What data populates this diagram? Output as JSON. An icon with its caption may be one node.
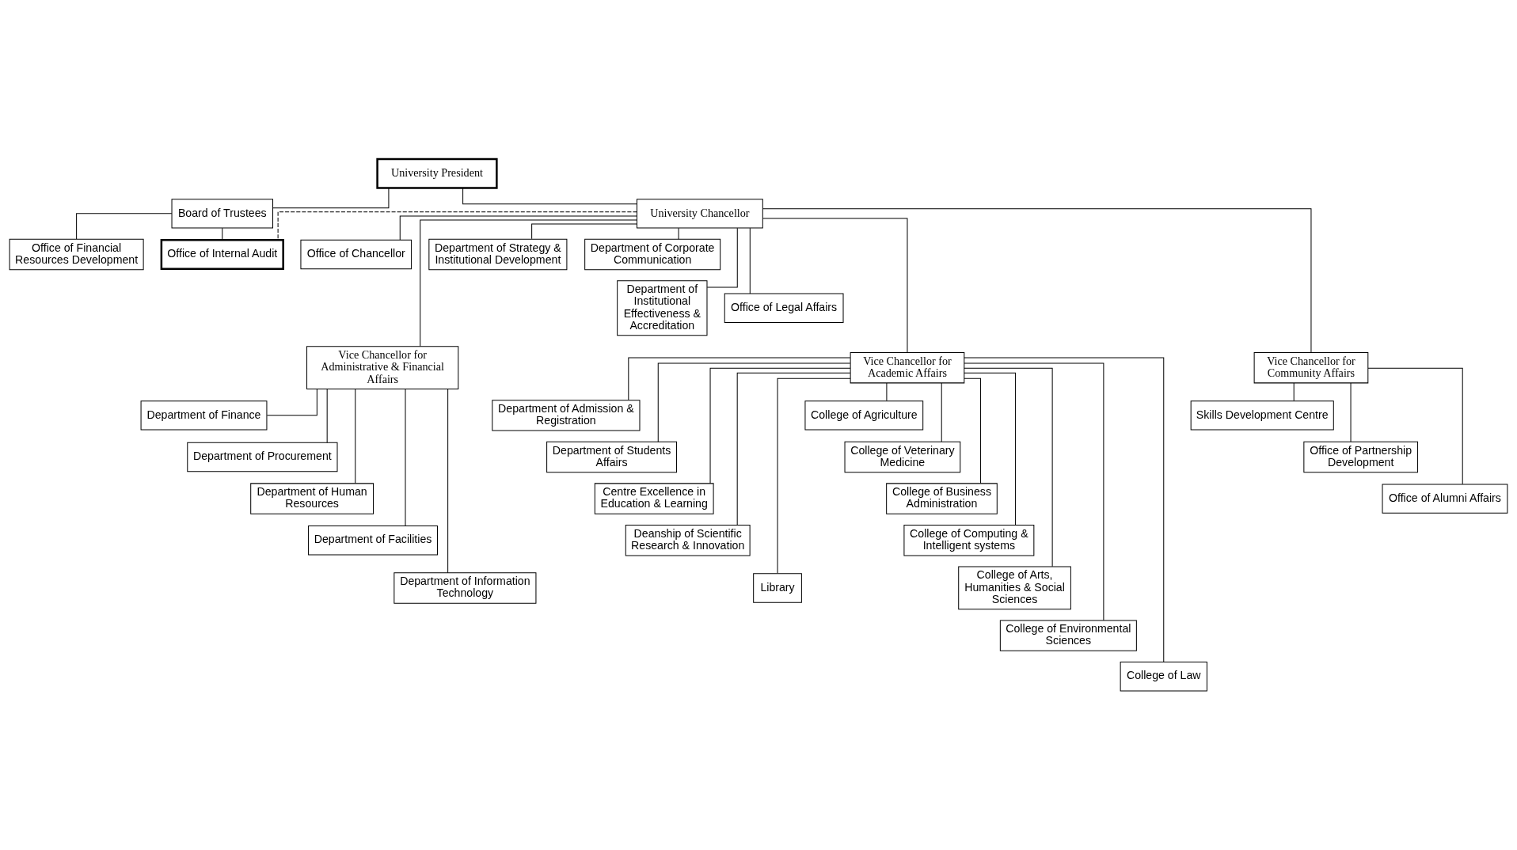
{
  "diagram": {
    "nodes": [
      {
        "text": [
          "University President"
        ]
      },
      {
        "text": [
          "Board of Trustees"
        ]
      },
      {
        "text": [
          "University Chancellor"
        ]
      },
      {
        "text": [
          "Office of Chancellor"
        ]
      },
      {
        "text": [
          "Office of Financial Resources Development"
        ]
      },
      {
        "text": [
          "Office of Internal Audit"
        ]
      },
      {
        "text": [
          "Department of Strategy & Institutional Development"
        ]
      },
      {
        "text": [
          "Department of Corporate Communication"
        ]
      },
      {
        "text": [
          "Department of Institutional Effectiveness & Accreditation"
        ]
      },
      {
        "text": [
          "Office of Legal Affairs"
        ]
      },
      {
        "text": [
          "Vice Chancellor for Administrative & Financial Affairs"
        ]
      },
      {
        "text": [
          "Vice Chancellor for Academic Affairs"
        ]
      },
      {
        "text": [
          "Vice Chancellor for Community Affairs"
        ]
      },
      {
        "text": [
          "Department of Finance"
        ]
      },
      {
        "text": [
          "Department of Procurement"
        ]
      },
      {
        "text": [
          "Department of Human Resources"
        ]
      },
      {
        "text": [
          "Department of Facilities"
        ]
      },
      {
        "text": [
          "Department of Information Technology"
        ]
      },
      {
        "text": [
          "Department of Admission & Registration"
        ]
      },
      {
        "text": [
          "Department of Students Affairs"
        ]
      },
      {
        "text": [
          "Centre Excellence in Education & Learning"
        ]
      },
      {
        "text": [
          "Deanship of Scientific Research & Innovation"
        ]
      },
      {
        "text": [
          "Library"
        ]
      },
      {
        "text": [
          "College of Agriculture"
        ]
      },
      {
        "text": [
          "College of Veterinary Medicine"
        ]
      },
      {
        "text": [
          "College of Business Administration"
        ]
      },
      {
        "text": [
          "College of Computing & Intelligent systems"
        ]
      },
      {
        "text": [
          "College of Arts, Humanities & Social Sciences"
        ]
      },
      {
        "text": [
          "College of Environmental Sciences"
        ]
      },
      {
        "text": [
          "College of Law"
        ]
      },
      {
        "text": [
          "Skills Development Centre"
        ]
      },
      {
        "text": [
          "Office of Partnership Development"
        ]
      },
      {
        "text": [
          "Office of Alumni Affairs"
        ]
      }
    ],
    "edges": [
      {
        "from": 0,
        "to": 1,
        "arrow": "none"
      },
      {
        "from": 0,
        "to": 2,
        "arrow": "none"
      },
      {
        "from": 2,
        "to": 3,
        "arrow": "none"
      },
      {
        "from": 1,
        "to": 4,
        "arrow": "none"
      },
      {
        "from": 1,
        "to": 5,
        "arrow": "none"
      },
      {
        "from": 2,
        "to": 5,
        "arrow": "none",
        "style": "dashed"
      },
      {
        "from": 2,
        "to": 6,
        "arrow": "none"
      },
      {
        "from": 2,
        "to": 7,
        "arrow": "none"
      },
      {
        "from": 2,
        "to": 8,
        "arrow": "none"
      },
      {
        "from": 2,
        "to": 9,
        "arrow": "none"
      },
      {
        "from": 2,
        "to": 10,
        "arrow": "none"
      },
      {
        "from": 2,
        "to": 11,
        "arrow": "none"
      },
      {
        "from": 2,
        "to": 12,
        "arrow": "none"
      },
      {
        "from": 10,
        "to": 13,
        "arrow": "none"
      },
      {
        "from": 10,
        "to": 14,
        "arrow": "none"
      },
      {
        "from": 10,
        "to": 15,
        "arrow": "none"
      },
      {
        "from": 10,
        "to": 16,
        "arrow": "none"
      },
      {
        "from": 10,
        "to": 17,
        "arrow": "none"
      },
      {
        "from": 11,
        "to": 18,
        "arrow": "none"
      },
      {
        "from": 11,
        "to": 19,
        "arrow": "none"
      },
      {
        "from": 11,
        "to": 20,
        "arrow": "none"
      },
      {
        "from": 11,
        "to": 21,
        "arrow": "none"
      },
      {
        "from": 11,
        "to": 22,
        "arrow": "none"
      },
      {
        "from": 11,
        "to": 23,
        "arrow": "none"
      },
      {
        "from": 11,
        "to": 24,
        "arrow": "none"
      },
      {
        "from": 11,
        "to": 25,
        "arrow": "none"
      },
      {
        "from": 11,
        "to": 26,
        "arrow": "none"
      },
      {
        "from": 11,
        "to": 27,
        "arrow": "none"
      },
      {
        "from": 11,
        "to": 28,
        "arrow": "none"
      },
      {
        "from": 11,
        "to": 29,
        "arrow": "none"
      },
      {
        "from": 12,
        "to": 30,
        "arrow": "none"
      },
      {
        "from": 12,
        "to": 31,
        "arrow": "none"
      },
      {
        "from": 12,
        "to": 32,
        "arrow": "none"
      }
    ]
  }
}
